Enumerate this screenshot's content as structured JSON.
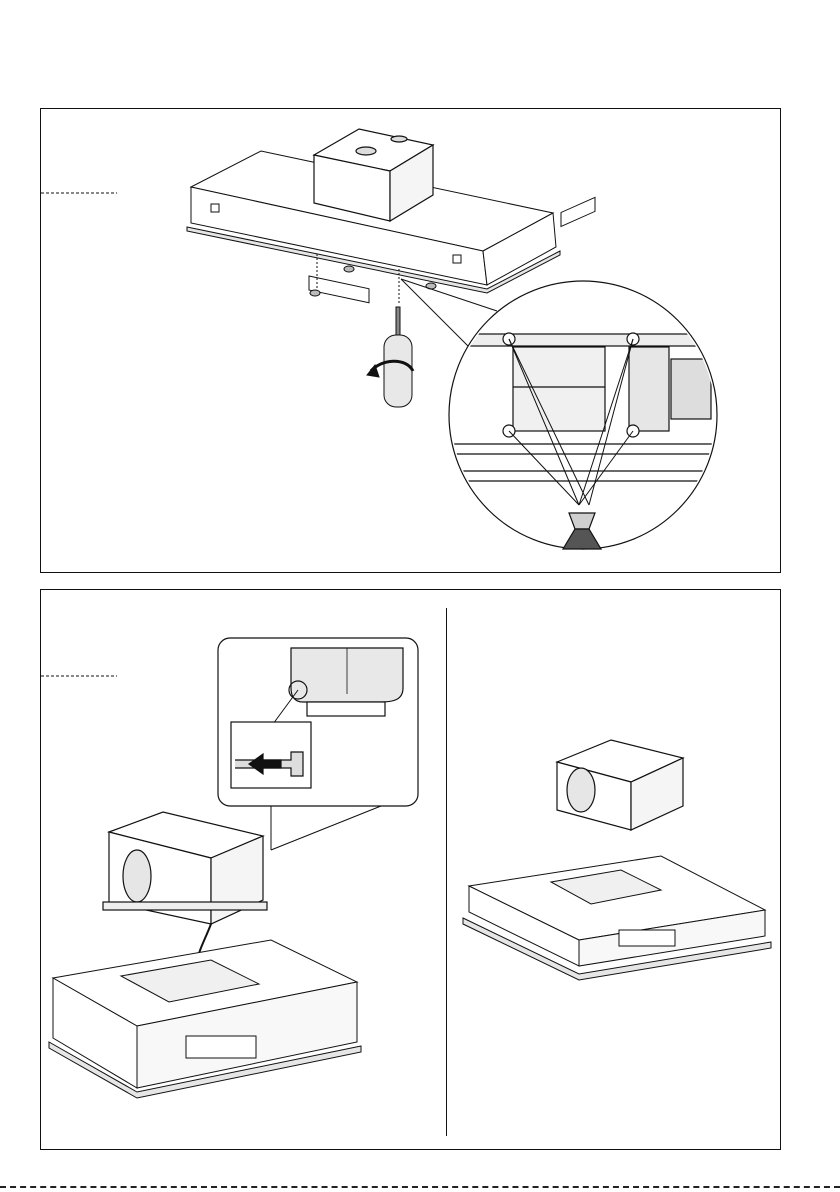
{
  "page": {
    "background": "#ffffff",
    "line_color": "#111111",
    "fill_light": "#f2f2f2",
    "fill_mid": "#cfcfcf",
    "fill_dark": "#555555"
  },
  "figures": [
    {
      "id": "step-remove-screws",
      "icons": [
        "hood-body",
        "motor-box",
        "screw",
        "screwdriver-icon",
        "rotate-arrow-icon",
        "magnifier-callout"
      ]
    },
    {
      "id": "step-disconnect-plug",
      "icons": [
        "hood-body",
        "motor-box",
        "cable",
        "plug-callout",
        "arrow-left-icon"
      ]
    },
    {
      "id": "step-lift-motor",
      "icons": [
        "hood-body",
        "motor-box"
      ]
    }
  ]
}
